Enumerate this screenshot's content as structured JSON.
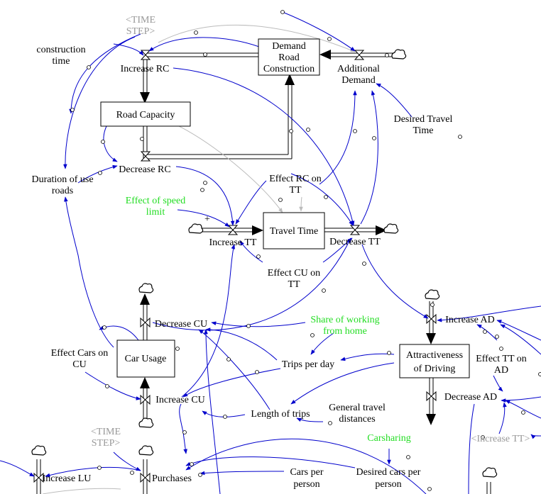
{
  "stocks": {
    "demand_road_construction": [
      "Demand",
      "Road",
      "Construction"
    ],
    "road_capacity": "Road Capacity",
    "travel_time": "Travel Time",
    "car_usage": "Car Usage",
    "attractiveness_of_driving": [
      "Attractiveness",
      "of Driving"
    ]
  },
  "variables": {
    "time_step_top": [
      "<TIME",
      "STEP>"
    ],
    "construction_time": [
      "construction",
      "time"
    ],
    "increase_rc": "Increase RC",
    "additional_demand": [
      "Additional",
      "Demand"
    ],
    "desired_travel_time": [
      "Desired Travel",
      "Time"
    ],
    "decrease_rc": "Decrease RC",
    "duration_of_use_roads": [
      "Duration of use",
      "roads"
    ],
    "effect_rc_on_tt": [
      "Effect RC on",
      "TT"
    ],
    "effect_of_speed_limit": [
      "Effect of speed",
      "limit"
    ],
    "increase_tt": "Increase TT",
    "decrease_tt": "Decrease TT",
    "effect_cu_on_tt": [
      "Effect CU on",
      "TT"
    ],
    "decrease_cu": "Decrease CU",
    "share_of_working_from_home": [
      "Share of working",
      "from home"
    ],
    "increase_ad": "Increase AD",
    "effect_cars_on_cu": [
      "Effect Cars on",
      "CU"
    ],
    "trips_per_day": "Trips per day",
    "effect_tt_on_ad": [
      "Effect TT on",
      "AD"
    ],
    "increase_cu": "Increase CU",
    "decrease_ad": "Decrease AD",
    "length_of_trips": "Length of trips",
    "general_travel_distances": [
      "General travel",
      "distances"
    ],
    "time_step_bottom": [
      "<TIME",
      "STEP>"
    ],
    "carsharing": "Carsharing",
    "increase_tt_shadow": "<Increase TT>",
    "increase_lu": "Increase LU",
    "purchases": "Purchases",
    "cars_per_person": [
      "Cars per",
      "person"
    ],
    "desired_cars_per_person": [
      "Desired cars per",
      "person"
    ],
    "plus_sign": "+"
  },
  "colors": {
    "link": "#0000cc",
    "shadow_variable": "#999999",
    "policy_variable": "#22dd22",
    "pipe": "#000000"
  }
}
